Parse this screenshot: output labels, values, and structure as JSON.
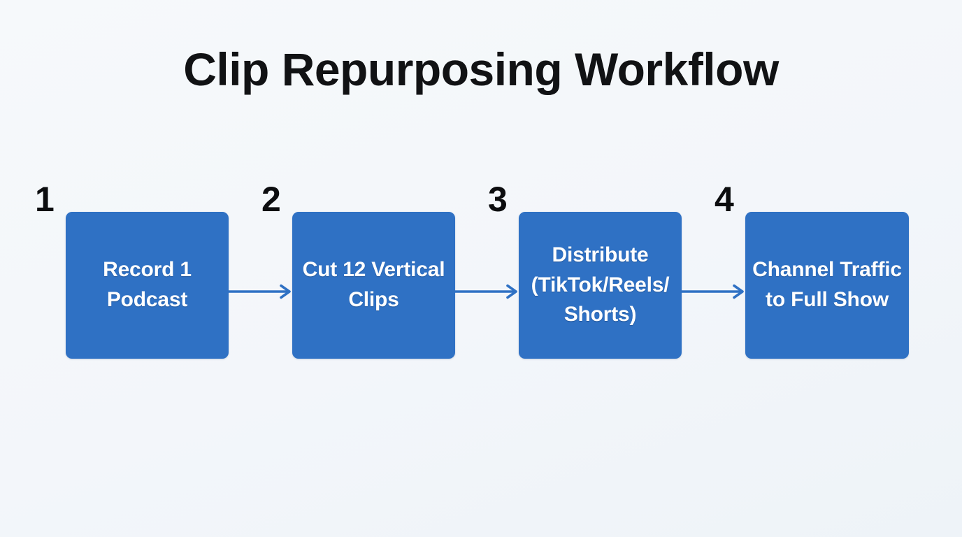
{
  "title": "Clip Repurposing Workflow",
  "theme": {
    "background": "#f4f7fa",
    "box_fill": "#2f71c4",
    "box_text": "#ffffff",
    "arrow": "#2f71c4",
    "number_color": "#0c0d0f",
    "title_color": "#111214"
  },
  "diagram": {
    "type": "horizontal-flowchart",
    "step_count": 4,
    "steps": [
      {
        "number": "1",
        "label": "Record 1 Podcast"
      },
      {
        "number": "2",
        "label": "Cut 12 Vertical Clips"
      },
      {
        "number": "3",
        "label": "Distribute (TikTok/Reels/Shorts)"
      },
      {
        "number": "4",
        "label": "Channel Traffic to Full Show"
      }
    ],
    "connectors": [
      {
        "from": "1",
        "to": "2",
        "style": "arrow-right"
      },
      {
        "from": "2",
        "to": "3",
        "style": "arrow-right"
      },
      {
        "from": "3",
        "to": "4",
        "style": "arrow-right"
      }
    ]
  }
}
